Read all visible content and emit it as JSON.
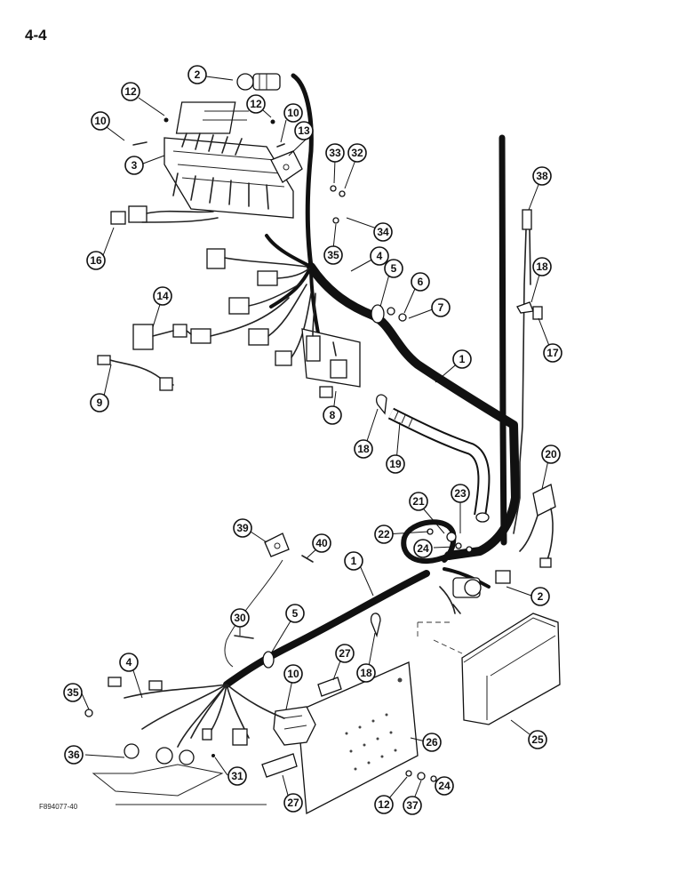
{
  "page_number": "4-4",
  "figure_id": "F894077-40",
  "callouts": [
    {
      "id": "c2a",
      "label": "2"
    },
    {
      "id": "c12a",
      "label": "12"
    },
    {
      "id": "c12b",
      "label": "12"
    },
    {
      "id": "c10a",
      "label": "10"
    },
    {
      "id": "c10b",
      "label": "10"
    },
    {
      "id": "c13",
      "label": "13"
    },
    {
      "id": "c33",
      "label": "33"
    },
    {
      "id": "c32",
      "label": "32"
    },
    {
      "id": "c3",
      "label": "3"
    },
    {
      "id": "c34",
      "label": "34"
    },
    {
      "id": "c35a",
      "label": "35"
    },
    {
      "id": "c16",
      "label": "16"
    },
    {
      "id": "c4a",
      "label": "4"
    },
    {
      "id": "c5a",
      "label": "5"
    },
    {
      "id": "c6",
      "label": "6"
    },
    {
      "id": "c7",
      "label": "7"
    },
    {
      "id": "c14",
      "label": "14"
    },
    {
      "id": "c38",
      "label": "38"
    },
    {
      "id": "c18a",
      "label": "18"
    },
    {
      "id": "c17",
      "label": "17"
    },
    {
      "id": "c1a",
      "label": "1"
    },
    {
      "id": "c9",
      "label": "9"
    },
    {
      "id": "c8",
      "label": "8"
    },
    {
      "id": "c18b",
      "label": "18"
    },
    {
      "id": "c19",
      "label": "19"
    },
    {
      "id": "c20",
      "label": "20"
    },
    {
      "id": "c21",
      "label": "21"
    },
    {
      "id": "c23",
      "label": "23"
    },
    {
      "id": "c22",
      "label": "22"
    },
    {
      "id": "c24a",
      "label": "24"
    },
    {
      "id": "c39",
      "label": "39"
    },
    {
      "id": "c40",
      "label": "40"
    },
    {
      "id": "c1b",
      "label": "1"
    },
    {
      "id": "c2b",
      "label": "2"
    },
    {
      "id": "c30",
      "label": "30"
    },
    {
      "id": "c5b",
      "label": "5"
    },
    {
      "id": "c4b",
      "label": "4"
    },
    {
      "id": "c27a",
      "label": "27"
    },
    {
      "id": "c10c",
      "label": "10"
    },
    {
      "id": "c18c",
      "label": "18"
    },
    {
      "id": "c35b",
      "label": "35"
    },
    {
      "id": "c26",
      "label": "26"
    },
    {
      "id": "c25",
      "label": "25"
    },
    {
      "id": "c36",
      "label": "36"
    },
    {
      "id": "c31",
      "label": "31"
    },
    {
      "id": "c27b",
      "label": "27"
    },
    {
      "id": "c12c",
      "label": "12"
    },
    {
      "id": "c37",
      "label": "37"
    },
    {
      "id": "c24b",
      "label": "24"
    }
  ]
}
